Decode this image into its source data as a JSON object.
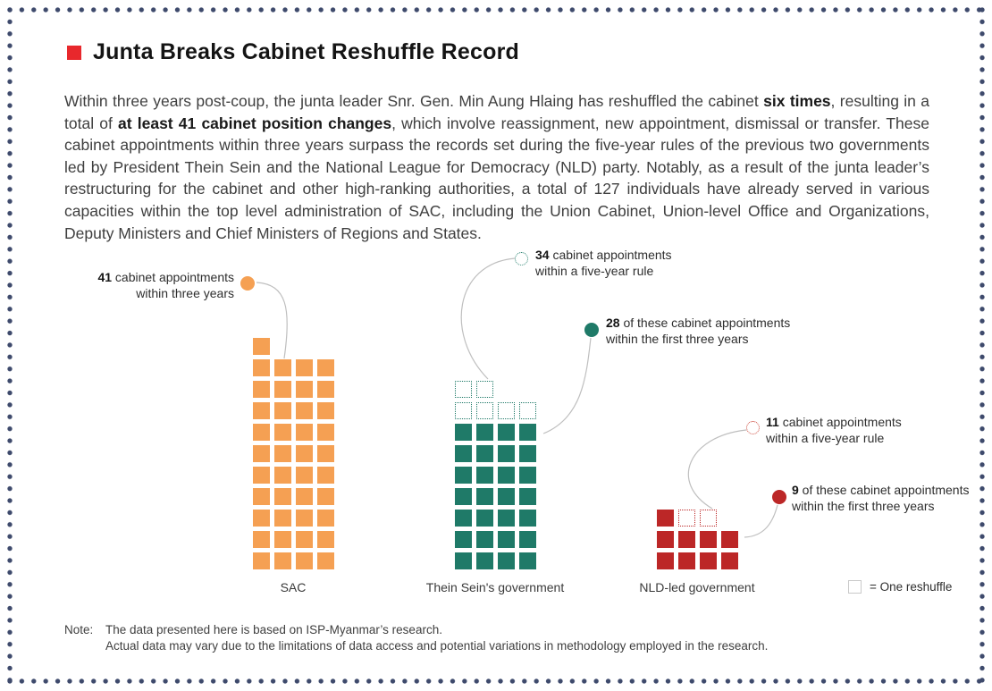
{
  "header": {
    "title": "Junta Breaks Cabinet Reshuffle Record"
  },
  "intro": {
    "segments": [
      {
        "bold": false,
        "text": "Within three years post-coup, the junta leader Snr. Gen. Min Aung Hlaing has reshuffled the cabinet "
      },
      {
        "bold": true,
        "text": "six times"
      },
      {
        "bold": false,
        "text": ", resulting in a total of "
      },
      {
        "bold": true,
        "text": "at least 41 cabinet position changes"
      },
      {
        "bold": false,
        "text": ", which involve reassignment, new appointment, dismissal or transfer. These cabinet appointments within three years surpass the records set during the five-year rules of the previous two governments led by President Thein Sein and the National League for Democracy (NLD) party. Notably, as a result of the junta leader’s restructuring for the cabinet and other high-ranking authorities, a total of 127 individuals have already served in various capacities within the top level administration of SAC, including the Union Cabinet, Union-level Office and Organizations, Deputy Ministers and Chief Ministers of Regions and States."
      }
    ]
  },
  "chart_data": {
    "type": "waffle",
    "title": "Junta Breaks Cabinet Reshuffle Record",
    "unit_label": "= One reshuffle",
    "columns_per_group": 4,
    "fill_order": "bottom-up-left-to-right",
    "groups": [
      {
        "name": "SAC",
        "color": "#f5a053",
        "total_appointments": 41,
        "within_first_three_years": 41,
        "dotted_squares": 0,
        "annotations": [
          {
            "num": "41",
            "line1": " cabinet appointments",
            "line2": "within three years",
            "marker": "filled-circle"
          }
        ]
      },
      {
        "name": "Thein Sein's government",
        "color": "#1f7a68",
        "total_appointments": 34,
        "within_first_three_years": 28,
        "dotted_squares": 6,
        "annotations": [
          {
            "num": "34",
            "line1": " cabinet appointments",
            "line2": "within a five-year rule",
            "marker": "dotted-circle"
          },
          {
            "num": "28",
            "line1": " of these cabinet appointments",
            "line2": "within the first three years",
            "marker": "filled-circle"
          }
        ]
      },
      {
        "name": "NLD-led government",
        "color": "#bc2727",
        "total_appointments": 11,
        "within_first_three_years": 9,
        "dotted_squares": 2,
        "annotations": [
          {
            "num": "11",
            "line1": " cabinet appointments",
            "line2": "within a five-year rule",
            "marker": "dotted-circle"
          },
          {
            "num": "9",
            "line1": " of these cabinet appointments",
            "line2": "within the first three years",
            "marker": "filled-circle"
          }
        ]
      }
    ]
  },
  "note": {
    "label": "Note:",
    "line1": "The data presented here is based on ISP-Myanmar’s research.",
    "line2": "Actual data may vary due to the limitations of data access and potential variations in methodology employed in the research."
  },
  "colors": {
    "title_bullet": "#e8282c",
    "border_dots": "#3e4a6c",
    "sac_orange": "#f5a053",
    "thein_sein_teal": "#1f7a68",
    "nld_red": "#bc2727",
    "connector_gray": "#bfbfbf"
  }
}
